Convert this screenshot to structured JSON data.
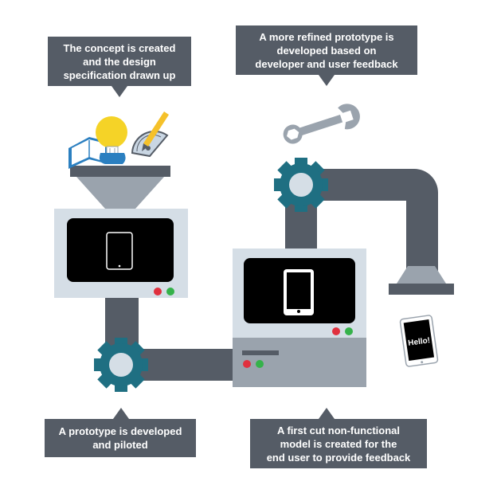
{
  "callouts": {
    "concept": "The concept is created\nand the design\nspecification drawn up",
    "refined": "A more refined prototype is\ndeveloped based on\ndeveloper and user feedback",
    "prototype": "A prototype is developed\nand piloted",
    "first_cut": "A first cut non-functional\nmodel is created for the\nend user to provide feedback"
  },
  "phone_screen_text": "Hello!",
  "colors": {
    "callout_bg": "#555c66",
    "pipe": "#555c66",
    "gear": "#1f6f82",
    "machine_panel": "#d5dee6",
    "machine_base": "#9aa3ad",
    "screen": "#000000",
    "light_red": "#e0303e",
    "light_green": "#35b24a"
  }
}
